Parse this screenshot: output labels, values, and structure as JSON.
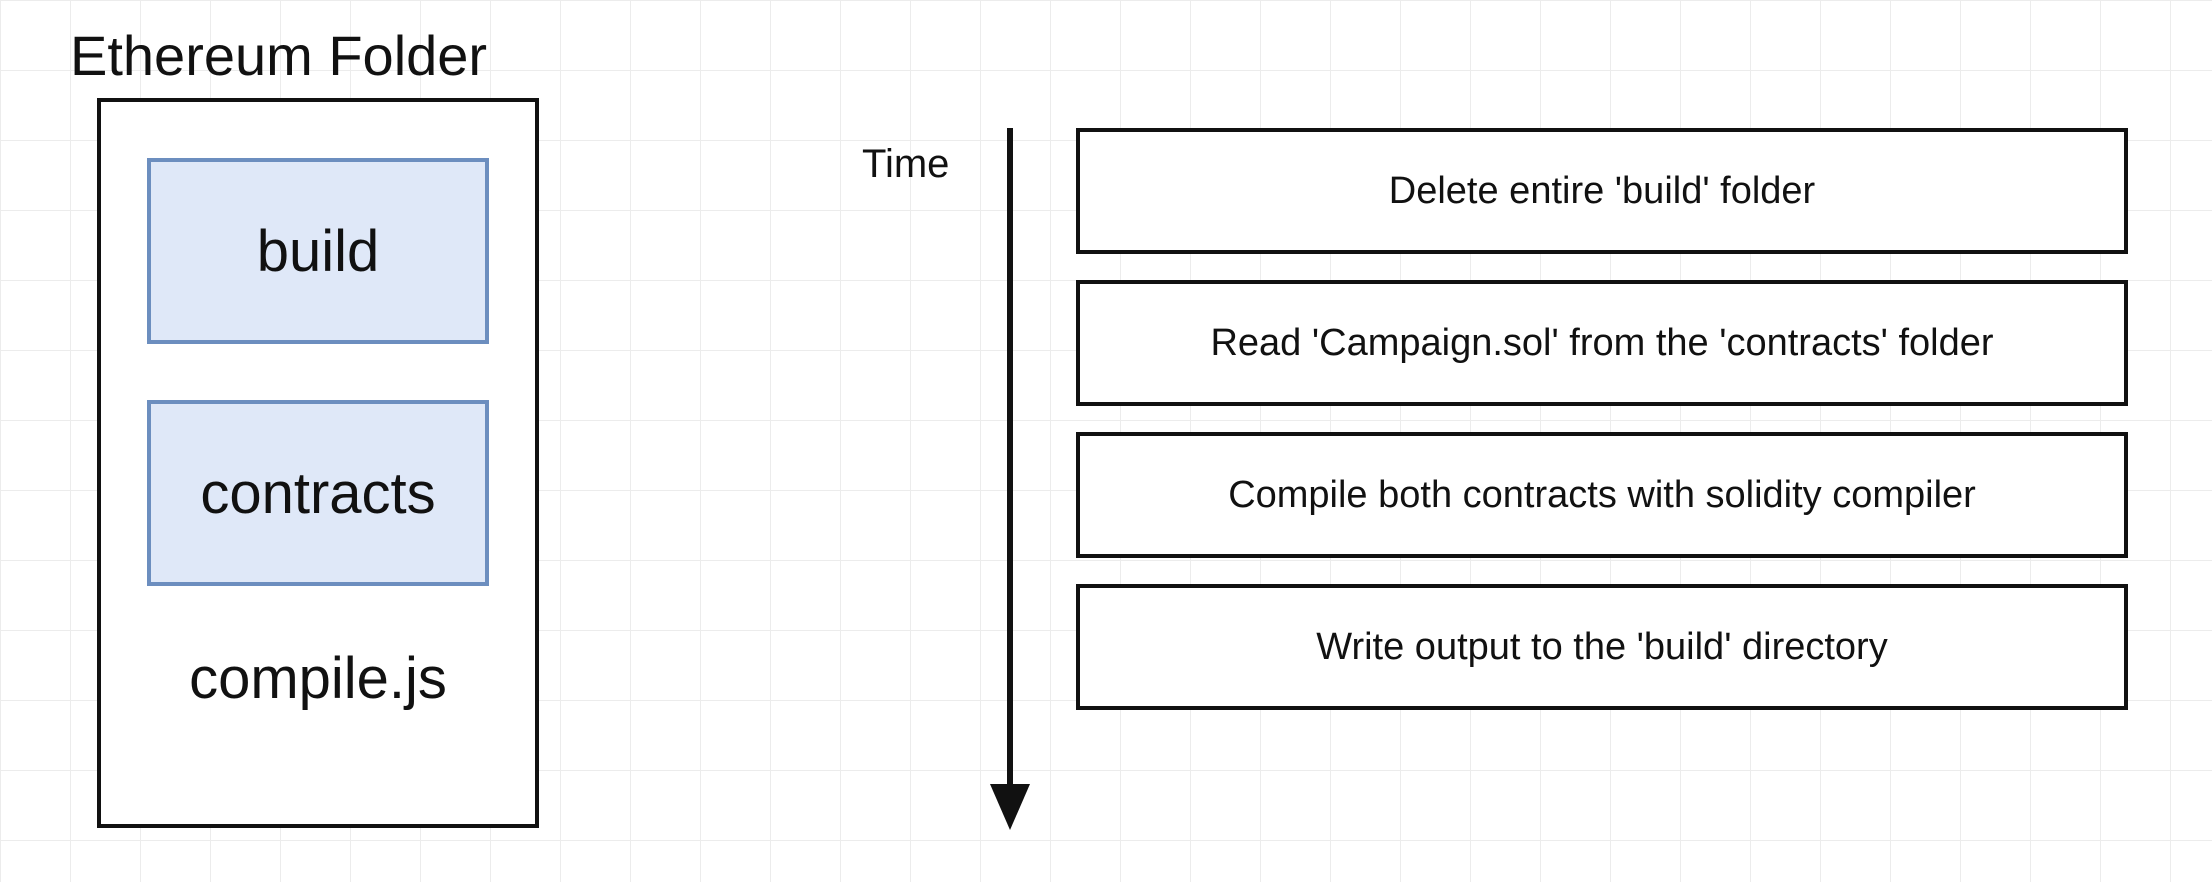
{
  "folder": {
    "title": "Ethereum Folder",
    "subfolders": [
      "build",
      "contracts"
    ],
    "file": "compile.js"
  },
  "timeline": {
    "axis_label": "Time",
    "steps": [
      "Delete entire 'build' folder",
      "Read 'Campaign.sol' from the 'contracts' folder",
      "Compile both contracts with solidity compiler",
      "Write output to the 'build' directory"
    ]
  },
  "colors": {
    "folder_fill": "#dfe8f8",
    "folder_border": "#6c8ebf",
    "stroke": "#111111",
    "grid": "#ececec"
  }
}
